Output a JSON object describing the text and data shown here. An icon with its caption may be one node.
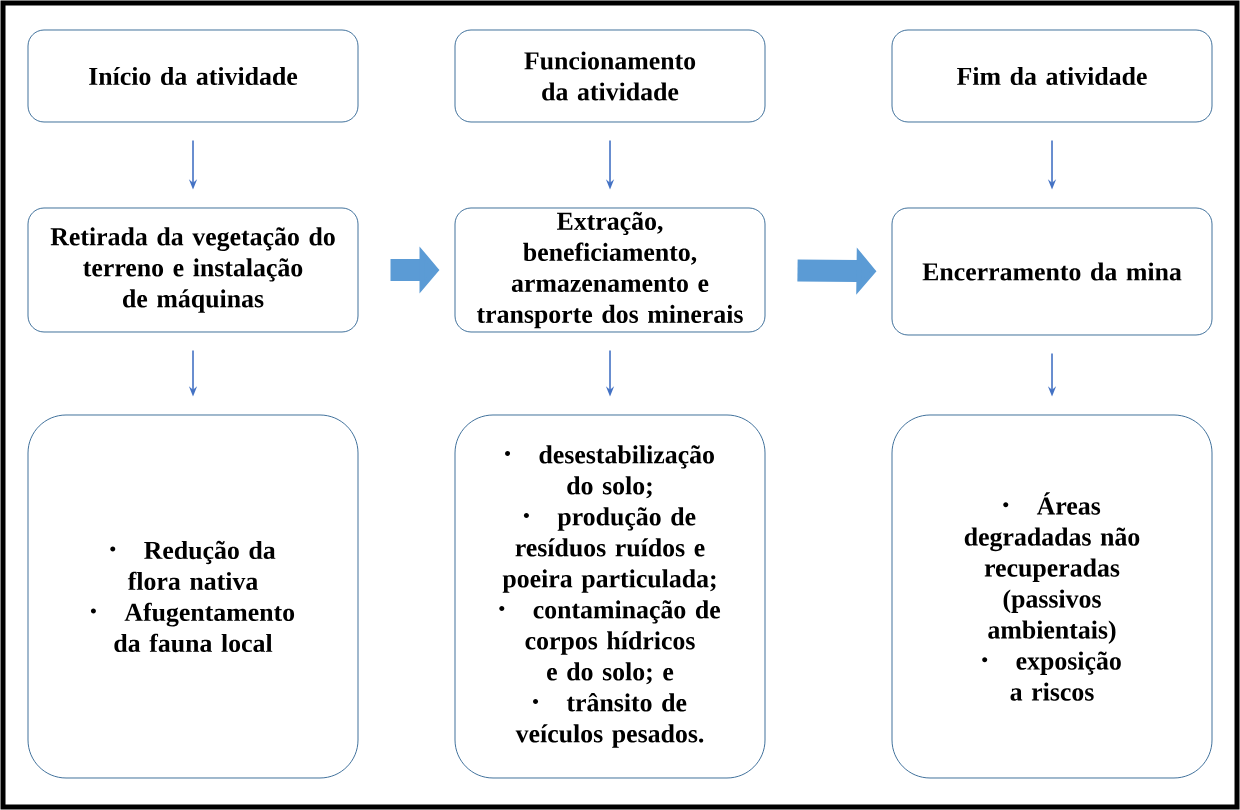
{
  "diagram": {
    "nodes": [
      {
        "text": [
          "Início da atividade"
        ]
      },
      {
        "text": [
          "Funcionamento da atividade"
        ]
      },
      {
        "text": [
          "Fim da atividade"
        ]
      },
      {
        "text": [
          "Retirada da vegetação do terreno e instalação de máquinas"
        ]
      },
      {
        "text": [
          "Extração, beneficiamento, armazenamento e transporte dos minerais"
        ]
      },
      {
        "text": [
          "Encerramento da mina"
        ]
      },
      {
        "text": [
          "Redução da flora nativa",
          "Afugentamento da fauna local"
        ]
      },
      {
        "text": [
          "desestabilização do solo;",
          "produção de resíduos ruídos e poeira particulada;",
          "contaminação de corpos hídricos e do solo; e",
          "trânsito de veículos pesados."
        ]
      },
      {
        "text": [
          "Áreas degradadas não recuperadas (passivos ambientais)",
          "exposição a riscos"
        ]
      }
    ],
    "edges": [
      {
        "from": 0,
        "to": 3,
        "arrow": "to"
      },
      {
        "from": 3,
        "to": 6,
        "arrow": "to"
      },
      {
        "from": 1,
        "to": 4,
        "arrow": "to"
      },
      {
        "from": 4,
        "to": 7,
        "arrow": "to"
      },
      {
        "from": 2,
        "to": 5,
        "arrow": "to"
      },
      {
        "from": 5,
        "to": 8,
        "arrow": "to"
      },
      {
        "from": 3,
        "to": 4,
        "arrow": "to",
        "style": "thick"
      },
      {
        "from": 4,
        "to": 5,
        "arrow": "to",
        "style": "thick"
      }
    ]
  }
}
